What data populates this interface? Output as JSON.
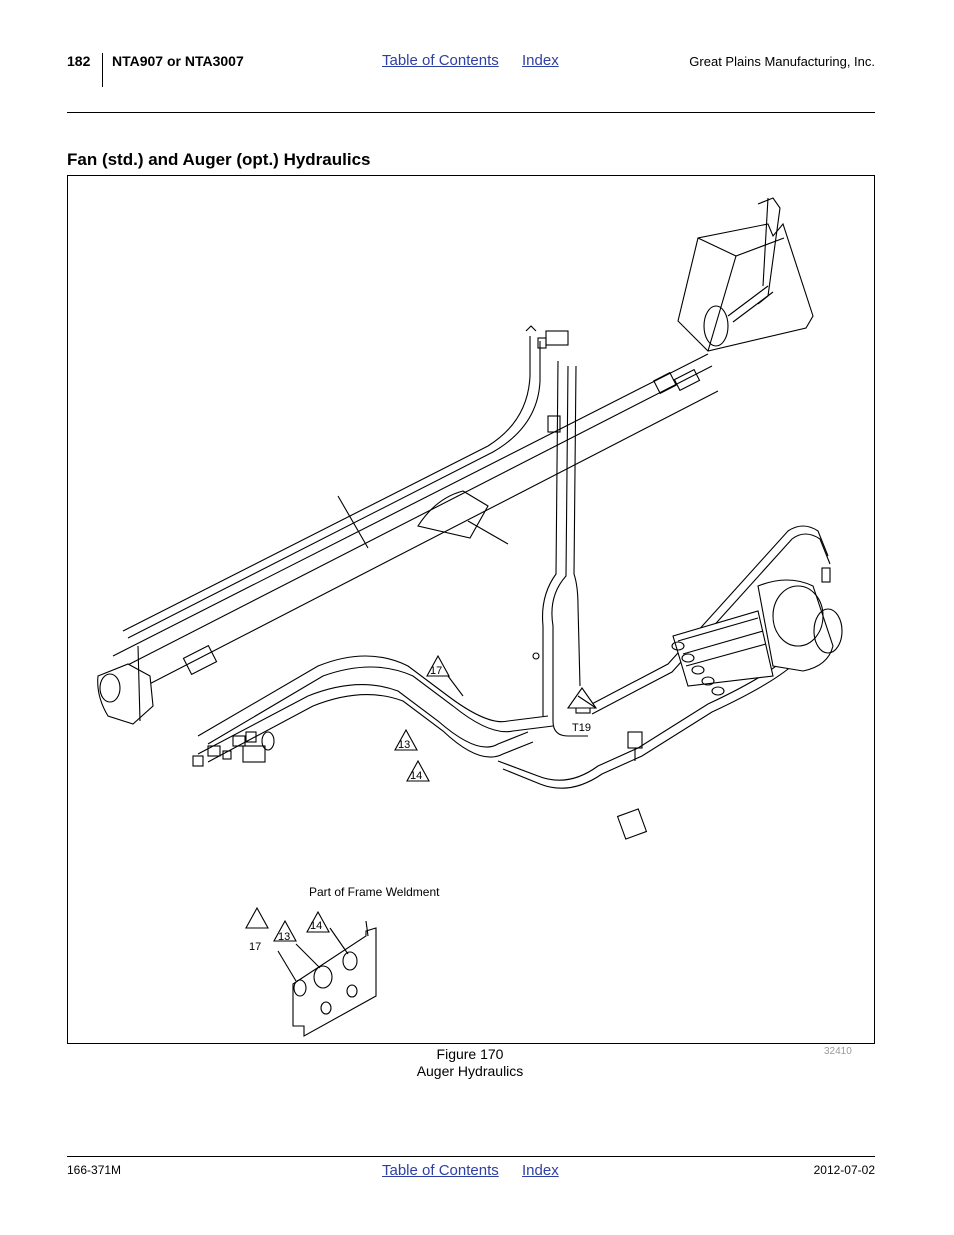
{
  "header": {
    "page_number": "182",
    "model": "NTA907 or NTA3007",
    "toc_link": "Table of Contents",
    "index_link": "Index",
    "company": "Great Plains Manufacturing, Inc."
  },
  "section_title": "Fan (std.) and Auger (opt.) Hydraulics",
  "figure": {
    "callouts": {
      "c17": "17",
      "c13": "13",
      "c14": "14",
      "cT19": "T19",
      "d17": "17",
      "d13": "13",
      "d14": "14"
    },
    "detail_label": "Part of Frame Weldment",
    "drawing_id": "32410"
  },
  "caption": {
    "number": "Figure 170",
    "title": "Auger Hydraulics"
  },
  "footer": {
    "doc_number": "166-371M",
    "toc_link": "Table of Contents",
    "index_link": "Index",
    "date": "2012-07-02"
  }
}
